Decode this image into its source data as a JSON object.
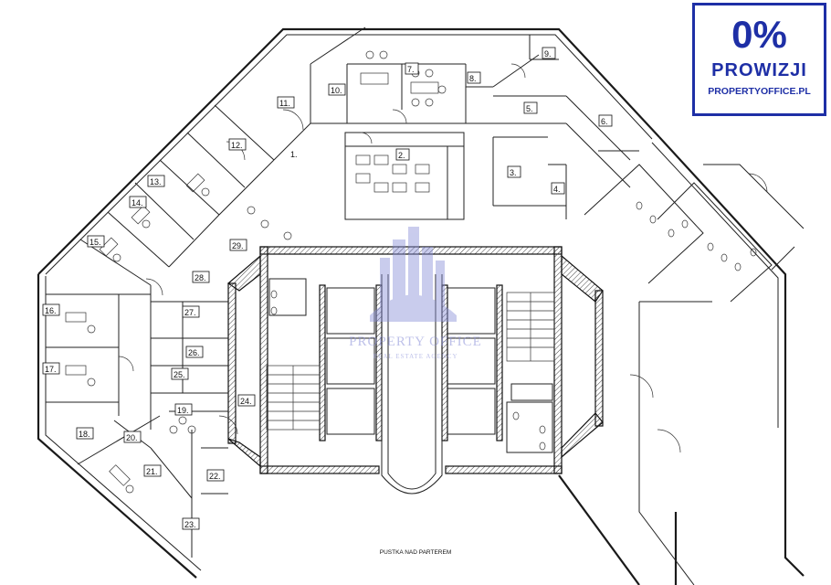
{
  "badge": {
    "percent": "0%",
    "commission": "PROWIZJI",
    "website": "PROPERTYOFFICE.PL"
  },
  "watermark": {
    "name": "PROPERTY OFFICE",
    "tagline": "REAL ESTATE AGENCY"
  },
  "plan": {
    "void_caption": "PUSTKA NAD PARTEREM",
    "rooms": [
      "1.",
      "2.",
      "3.",
      "4.",
      "5.",
      "6.",
      "7.",
      "8.",
      "9.",
      "10.",
      "11.",
      "12.",
      "13.",
      "14.",
      "15.",
      "16.",
      "17.",
      "18.",
      "19.",
      "20.",
      "21.",
      "22.",
      "23.",
      "24.",
      "25.",
      "26.",
      "27.",
      "28.",
      "29."
    ]
  }
}
